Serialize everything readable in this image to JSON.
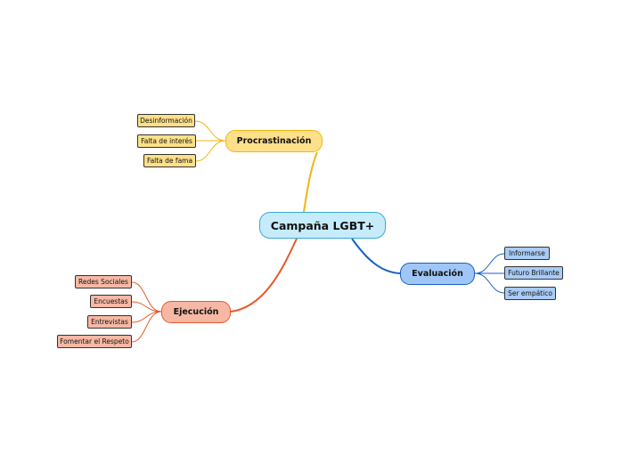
{
  "diagram": {
    "central": {
      "label": "Campaña LGBT+"
    },
    "branches": [
      {
        "key": "procrastinacion",
        "label": "Procrastinación",
        "color": "#f2b515",
        "children": [
          "Desinformación",
          "Falta de interés",
          "Falta de fama"
        ]
      },
      {
        "key": "evaluacion",
        "label": "Evaluación",
        "color": "#1a5ec2",
        "children": [
          "Informarse",
          "Futuro Brillante",
          "Ser empático"
        ]
      },
      {
        "key": "ejecucion",
        "label": "Ejecución",
        "color": "#e25a2c",
        "children": [
          "Redes Sociales",
          "Encuestas",
          "Entrevistas",
          "Fomentar el Respeto"
        ]
      }
    ]
  }
}
